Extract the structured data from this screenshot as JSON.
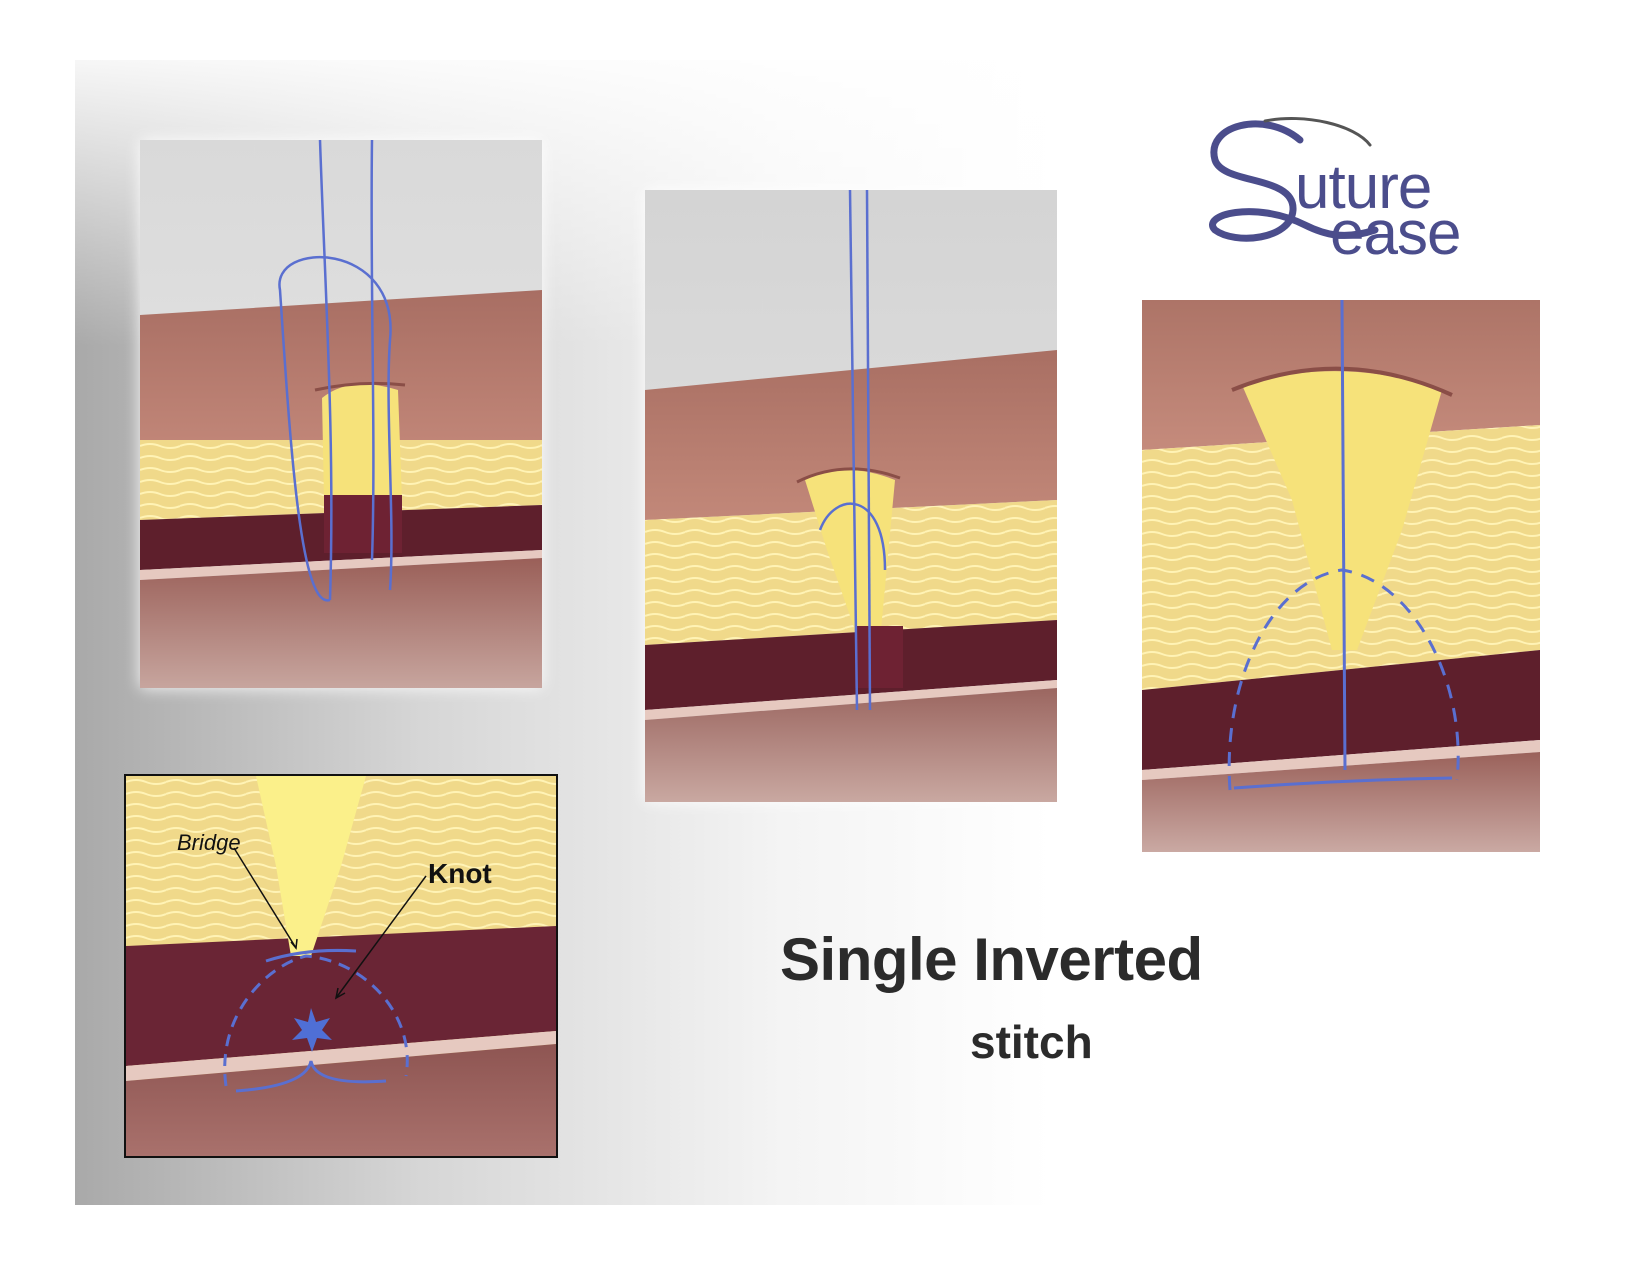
{
  "logo": {
    "line1": "uture",
    "line2": "ease",
    "brand_color": "#4b4d8c"
  },
  "title": {
    "main": "Single Inverted",
    "sub": "stitch"
  },
  "inset_labels": {
    "bridge": "Bridge",
    "knot": "Knot"
  },
  "colors": {
    "epidermis": "#b47766",
    "fat": "#f0d98a",
    "dermis": "#5e1f2c",
    "suture": "#5a6fd0"
  }
}
